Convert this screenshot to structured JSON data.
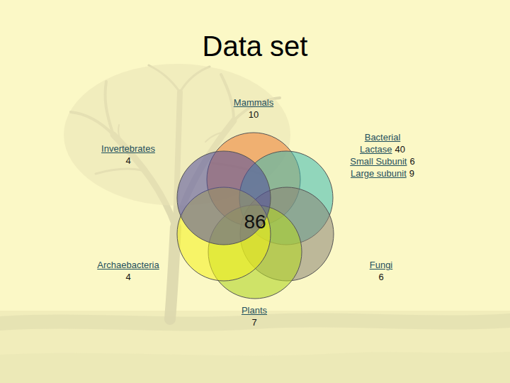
{
  "diagram": {
    "title": "Data set",
    "labels": [
      "Mammals",
      "10",
      "Invertebrates",
      "4",
      "Bacterial",
      "Lactase",
      "40",
      "Small Subunit",
      "6",
      "Large subunit",
      "9",
      "86",
      "Archaebacteria",
      "4",
      "Fungi",
      "6",
      "Plants",
      "7"
    ]
  }
}
